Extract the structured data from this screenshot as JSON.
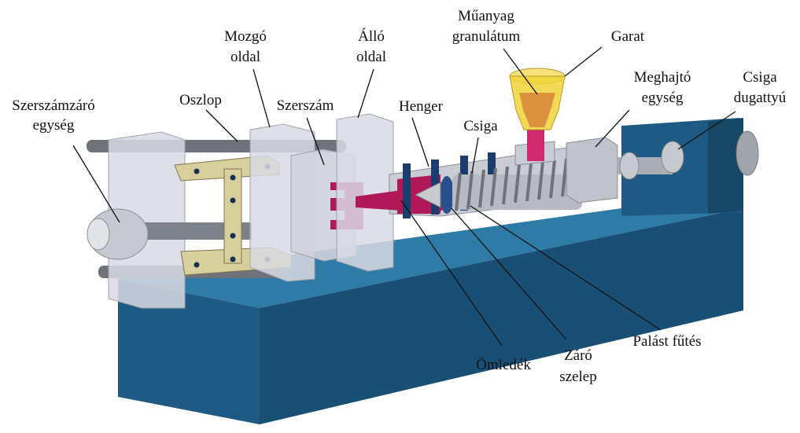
{
  "diagram": {
    "colors": {
      "base_front": "#1f5a84",
      "base_top": "#2f7ba8",
      "base_side": "#164766",
      "glass": "#d9dbe3",
      "steel": "#b8bcc4",
      "melt": "#b0185a",
      "hopper": "#f0d33a",
      "granulate": "#d98a3a",
      "heater": "#1d3c6e",
      "toggle": "#d7cf9c"
    },
    "labels": {
      "clamp_unit_line1": "Szerszámzáró",
      "clamp_unit_line2": "egység",
      "tie_bar": "Oszlop",
      "moving_side_line1": "Mozgó",
      "moving_side_line2": "oldal",
      "mold": "Szerszám",
      "fixed_side_line1": "Álló",
      "fixed_side_line2": "oldal",
      "barrel": "Henger",
      "screw": "Csiga",
      "granulate_line1": "Műanyag",
      "granulate_line2": "granulátum",
      "hopper": "Garat",
      "drive_unit_line1": "Meghajtó",
      "drive_unit_line2": "egység",
      "screw_piston_line1": "Csiga",
      "screw_piston_line2": "dugattyú",
      "melt": "Ömledék",
      "check_valve_line1": "Záró",
      "check_valve_line2": "szelep",
      "band_heater": "Palást fűtés"
    }
  }
}
